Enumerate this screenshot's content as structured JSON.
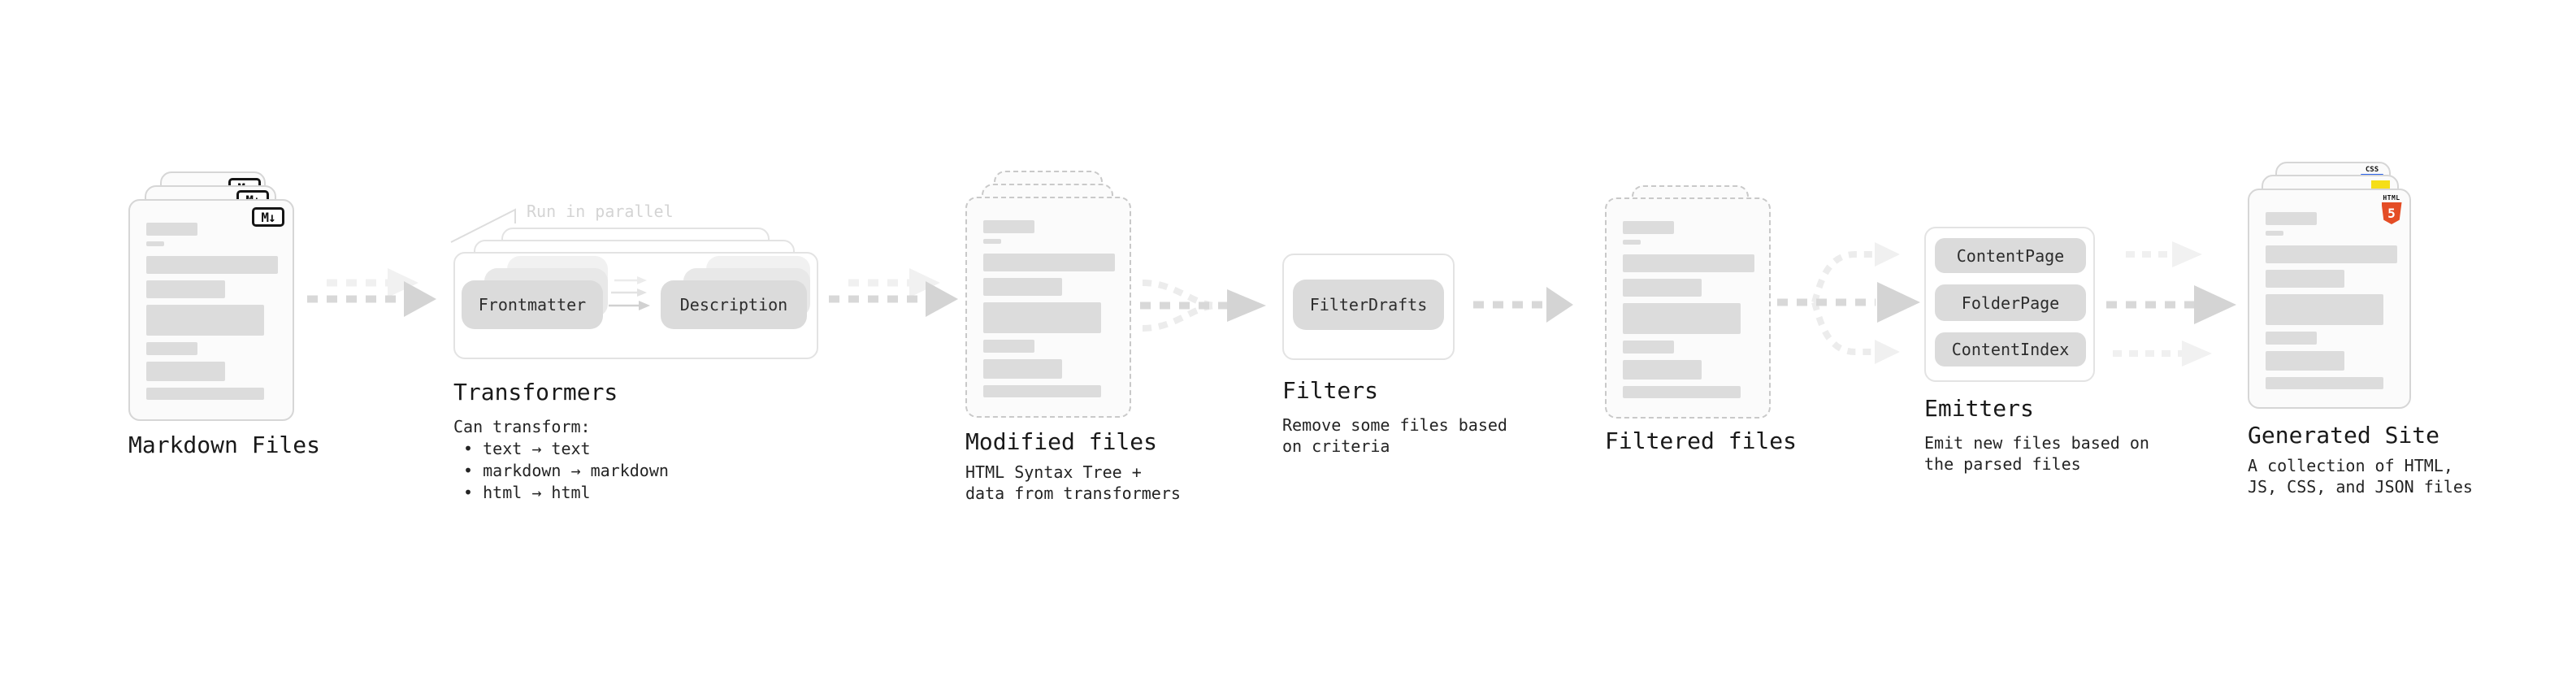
{
  "stages": {
    "markdown_files": {
      "label": "Markdown Files",
      "badge_text": "M↓"
    },
    "transformers": {
      "title": "Transformers",
      "parallel_note": "Run in parallel",
      "input_box": "Frontmatter",
      "output_box": "Description",
      "desc_lines": [
        "Can transform:",
        " • text → text",
        " • markdown → markdown",
        " • html → html"
      ]
    },
    "modified_files": {
      "label": "Modified files",
      "desc_lines": [
        "HTML Syntax Tree +",
        "data from transformers"
      ]
    },
    "filters": {
      "title": "Filters",
      "box": "FilterDrafts",
      "desc_lines": [
        "Remove some files based",
        "on criteria"
      ]
    },
    "filtered_files": {
      "label": "Filtered files"
    },
    "emitters": {
      "title": "Emitters",
      "boxes": [
        "ContentPage",
        "FolderPage",
        "ContentIndex"
      ],
      "desc_lines": [
        "Emit new files based on",
        "the parsed files"
      ]
    },
    "generated_site": {
      "label": "Generated Site",
      "desc_lines": [
        "A collection of HTML,",
        "JS, CSS, and JSON files"
      ],
      "badges": {
        "css_label": "CSS",
        "html_label": "HTML",
        "html_number": "5"
      }
    }
  },
  "colors": {
    "html5_orange": "#e44d26",
    "js_yellow": "#f5de19",
    "css_blue": "#2862e9",
    "card_border": "#d6d6d6",
    "placeholder_bar": "#dcdcdc",
    "arrow_gray": "#d6d6d6",
    "ghost_arrow": "#efefef"
  }
}
